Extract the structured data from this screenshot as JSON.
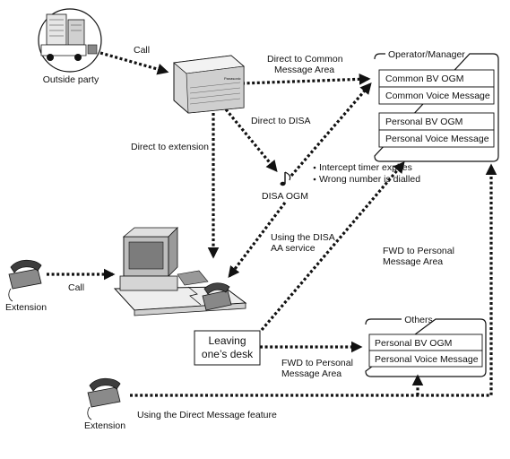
{
  "nodes": {
    "outside_party": "Outside party",
    "extension_left": "Extension",
    "extension_bottom": "Extension",
    "disa_ogm": "DISA OGM",
    "leaving_desk_line1": "Leaving",
    "leaving_desk_line2": "one’s desk"
  },
  "groups": {
    "operator": {
      "title": "Operator/Manager",
      "items": [
        "Common BV OGM",
        "Common Voice Message",
        "Personal BV OGM",
        "Personal Voice Message"
      ]
    },
    "others": {
      "title": "Others",
      "items": [
        "Personal BV OGM",
        "Personal Voice Message"
      ]
    }
  },
  "edges": {
    "call_top": "Call",
    "call_left": "Call",
    "direct_common_line1": "Direct to Common",
    "direct_common_line2": "Message Area",
    "direct_disa": "Direct to DISA",
    "direct_extension": "Direct to extension",
    "intercept_timer": "Intercept timer expires",
    "wrong_number": "Wrong number is dialled",
    "using_disa_line1": "Using the DISA",
    "using_disa_line2": "AA service",
    "fwd_personal_upper_line1": "FWD to Personal",
    "fwd_personal_upper_line2": "Message Area",
    "fwd_personal_lower_line1": "FWD to Personal",
    "fwd_personal_lower_line2": "Message Area",
    "direct_message_feature": "Using the Direct Message feature"
  },
  "pbx_brand": "Panasonic"
}
